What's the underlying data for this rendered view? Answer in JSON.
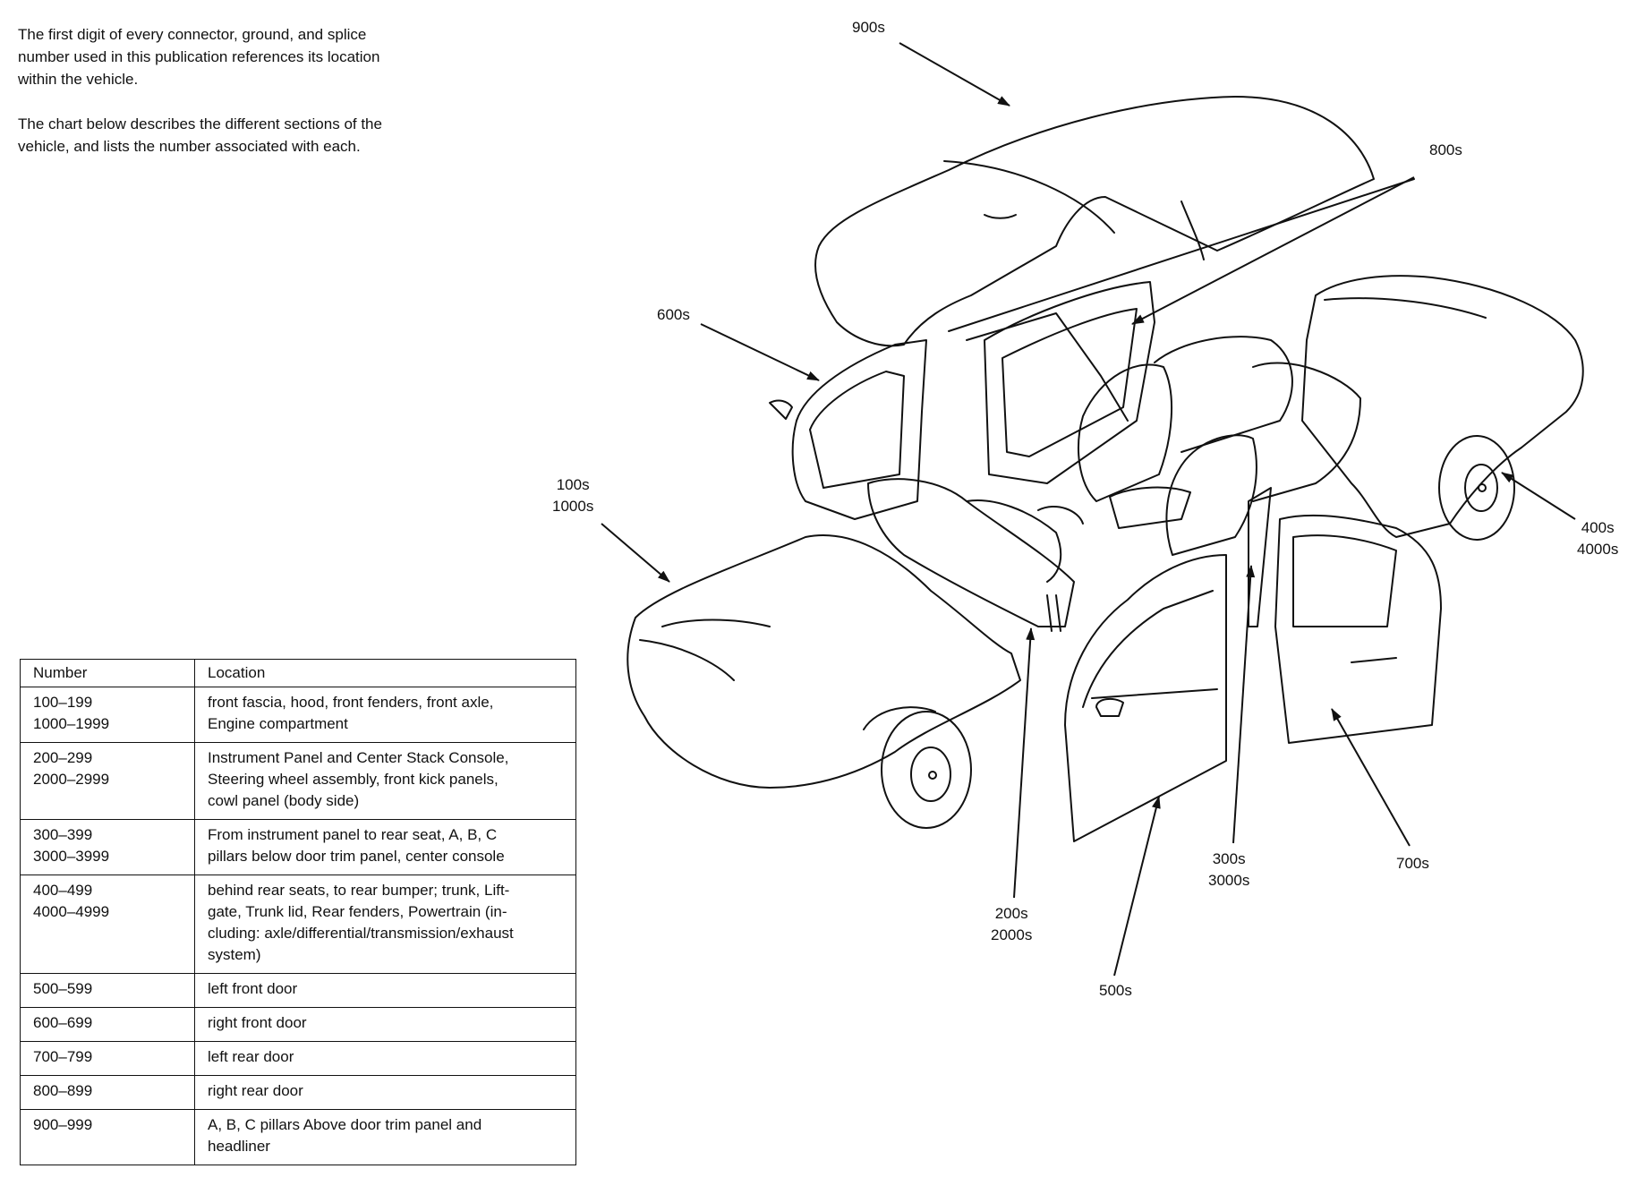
{
  "intro": {
    "paragraph1": [
      "The first digit of every connector, ground, and splice",
      "number used in this publication references its location",
      "within the vehicle."
    ],
    "paragraph2": [
      "The chart below describes the different sections of the",
      "vehicle, and lists the number associated with each."
    ]
  },
  "table": {
    "headers": [
      "Number",
      "Location"
    ],
    "rows": [
      {
        "number": [
          "100–199",
          "1000–1999"
        ],
        "location": [
          "front fascia, hood, front fenders, front axle,",
          "Engine compartment"
        ]
      },
      {
        "number": [
          "200–299",
          "2000–2999"
        ],
        "location": [
          "Instrument Panel and Center Stack Console,",
          "Steering wheel assembly, front kick panels,",
          "cowl panel (body side)"
        ]
      },
      {
        "number": [
          "300–399",
          "3000–3999"
        ],
        "location": [
          "From instrument panel to rear seat, A, B, C",
          "pillars below door trim panel, center console"
        ]
      },
      {
        "number": [
          "400–499",
          "4000–4999"
        ],
        "location": [
          "behind rear seats, to rear bumper; trunk, Lift-",
          "gate, Trunk lid, Rear fenders, Powertrain (in-",
          "cluding: axle/differential/transmission/exhaust",
          "system)"
        ]
      },
      {
        "number": [
          "500–599"
        ],
        "location": [
          "left front door"
        ]
      },
      {
        "number": [
          "600–699"
        ],
        "location": [
          "right front door"
        ]
      },
      {
        "number": [
          "700–799"
        ],
        "location": [
          "left rear door"
        ]
      },
      {
        "number": [
          "800–899"
        ],
        "location": [
          "right rear door"
        ]
      },
      {
        "number": [
          "900–999"
        ],
        "location": [
          "A, B, C pillars Above door trim panel and",
          "headliner"
        ]
      }
    ]
  },
  "callouts": {
    "c900": [
      "900s"
    ],
    "c800": [
      "800s"
    ],
    "c600": [
      "600s"
    ],
    "c100": [
      "100s",
      "1000s"
    ],
    "c400": [
      "400s",
      "4000s"
    ],
    "c300": [
      "300s",
      "3000s"
    ],
    "c700": [
      "700s"
    ],
    "c200": [
      "200s",
      "2000s"
    ],
    "c500": [
      "500s"
    ]
  }
}
